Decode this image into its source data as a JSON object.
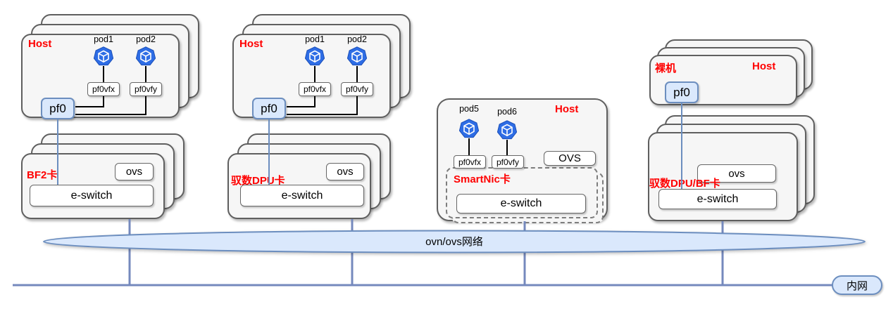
{
  "colors": {
    "card_fill": "#f6f6f6",
    "card_border": "#5f5f5f",
    "accent_fill": "#dae8fc",
    "accent_border": "#6c8ebf",
    "network_line": "#7589bd",
    "label_red": "#ff0000",
    "pod_blue": "#2e6de5"
  },
  "icons": {
    "pod": "pod-cube-icon"
  },
  "groups": [
    {
      "host_label": "Host",
      "pods": [
        {
          "label": "pod1",
          "vf_label": "pf0vfx"
        },
        {
          "label": "pod2",
          "vf_label": "pf0vfy"
        }
      ],
      "pf_label": "pf0",
      "card_label": "BF2卡",
      "ovs_label": "ovs",
      "eswitch_label": "e-switch"
    },
    {
      "host_label": "Host",
      "pods": [
        {
          "label": "pod1",
          "vf_label": "pf0vfx"
        },
        {
          "label": "pod2",
          "vf_label": "pf0vfy"
        }
      ],
      "pf_label": "pf0",
      "card_label": "驭数DPU卡",
      "ovs_label": "ovs",
      "eswitch_label": "e-switch"
    },
    {
      "host_label": "Host",
      "pods": [
        {
          "label": "pod5",
          "vf_label": "pf0vfx"
        },
        {
          "label": "pod6",
          "vf_label": "pf0vfy"
        }
      ],
      "card_label": "SmartNic卡",
      "ovs_label": "OVS",
      "eswitch_label": "e-switch"
    },
    {
      "host_label": "Host",
      "baremetal_label": "裸机",
      "pf_label": "pf0",
      "card_label": "驭数DPU/BF卡",
      "ovs_label": "ovs",
      "eswitch_label": "e-switch"
    }
  ],
  "network": {
    "label": "ovn/ovs网络",
    "intranet_label": "内网"
  }
}
